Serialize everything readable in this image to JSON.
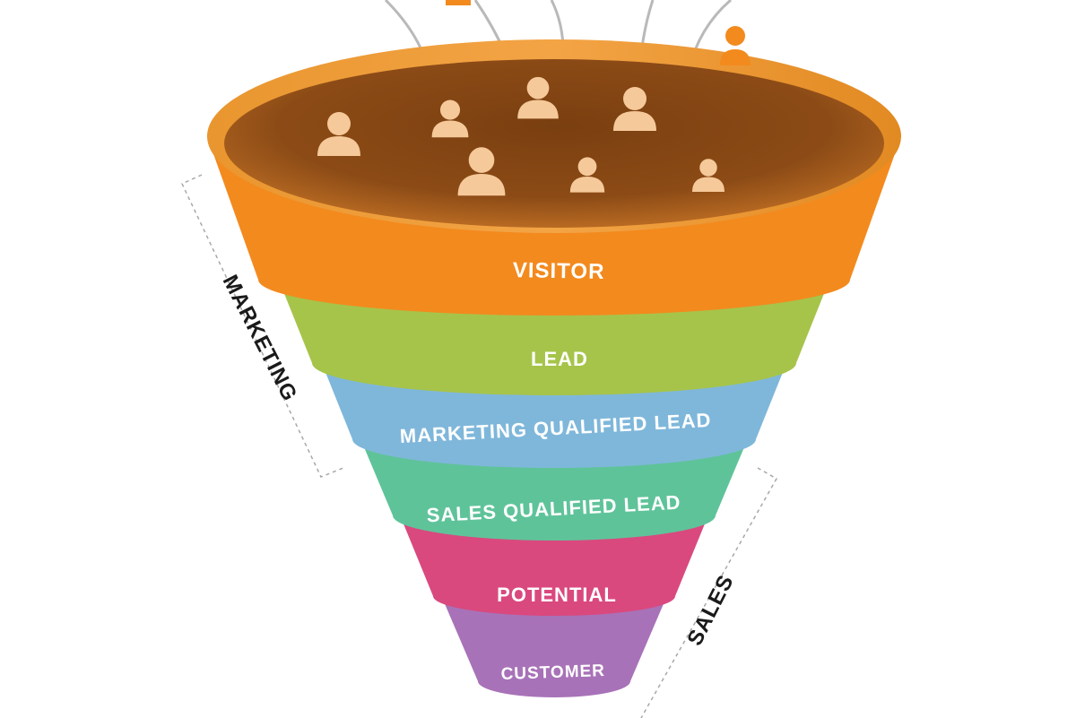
{
  "funnel": {
    "stages": [
      {
        "label": "VISITOR",
        "color": "#F38A1E",
        "shadow": "#D9721A"
      },
      {
        "label": "LEAD",
        "color": "#A6C44A",
        "shadow": "#7FA339"
      },
      {
        "label": "MARKETING QUALIFIED LEAD",
        "color": "#7FB7DA",
        "shadow": "#5A96BE"
      },
      {
        "label": "SALES QUALIFIED LEAD",
        "color": "#5FC39A",
        "shadow": "#3FA277"
      },
      {
        "label": "POTENTIAL",
        "color": "#D9497E",
        "shadow": "#B83264"
      },
      {
        "label": "CUSTOMER",
        "color": "#A872B8",
        "shadow": "#875597"
      }
    ],
    "interior_color": "#8C4B16",
    "rim_color": "#E8952E"
  },
  "brackets": {
    "marketing": "MARKETING",
    "sales": "SALES"
  },
  "icons": {
    "person_color": "#F6C99A",
    "falling_person_color": "#F38A1E"
  }
}
